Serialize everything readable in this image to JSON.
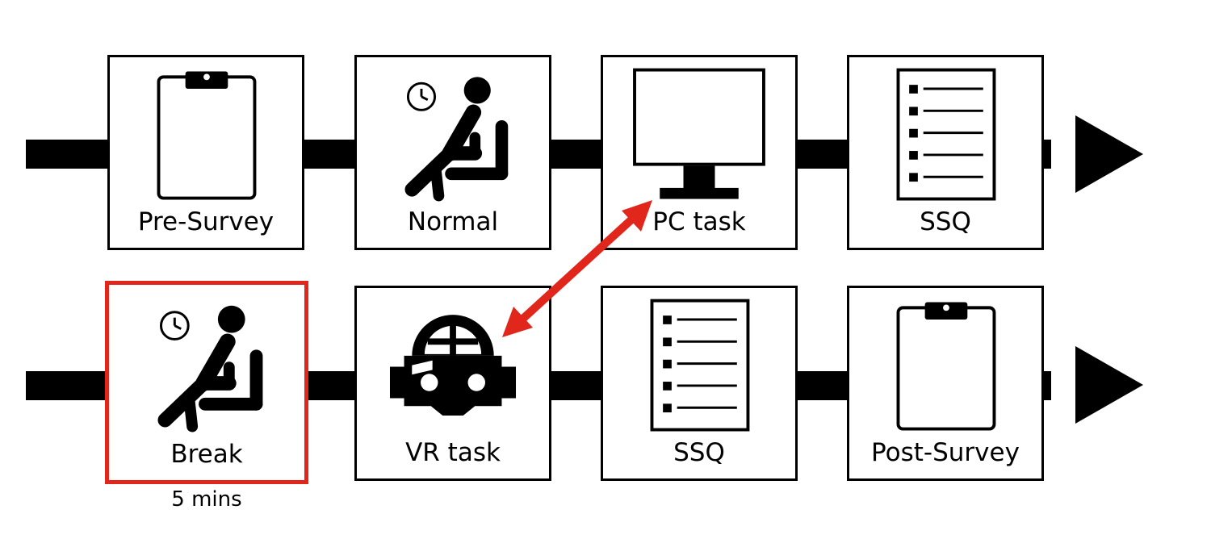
{
  "rows": [
    {
      "steps": [
        {
          "label": "Pre-Survey",
          "icon": "clipboard-icon"
        },
        {
          "label": "Normal",
          "icon": "seated-person-clock-icon"
        },
        {
          "label": "PC task",
          "icon": "monitor-icon"
        },
        {
          "label": "SSQ",
          "icon": "checklist-icon"
        }
      ]
    },
    {
      "steps": [
        {
          "label": "Break",
          "icon": "seated-person-clock-icon",
          "note": "5 mins"
        },
        {
          "label": "VR task",
          "icon": "vr-headset-icon"
        },
        {
          "label": "SSQ",
          "icon": "checklist-icon"
        },
        {
          "label": "Post-Survey",
          "icon": "clipboard-icon"
        }
      ]
    }
  ],
  "colors": {
    "highlight": "#e1261c",
    "line": "#000000"
  }
}
